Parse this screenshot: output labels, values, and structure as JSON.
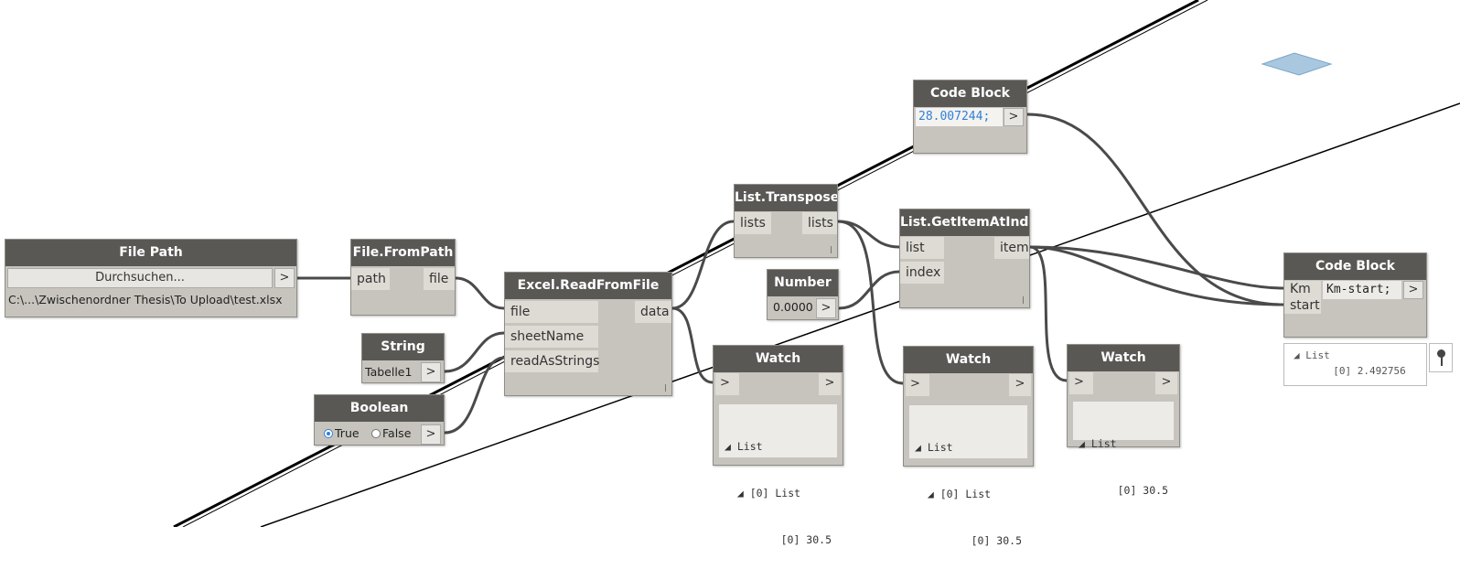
{
  "nodes": {
    "file_path": {
      "title": "File Path",
      "browse_label": "Durchsuchen...",
      "arrow": ">",
      "path_value": "C:\\...\\Zwischenordner Thesis\\To Upload\\test.xlsx"
    },
    "file_from_path": {
      "title": "File.FromPath",
      "in_path": "path",
      "out_file": "file"
    },
    "string": {
      "title": "String",
      "value": "Tabelle1",
      "arrow": ">"
    },
    "boolean": {
      "title": "Boolean",
      "true_label": "True",
      "false_label": "False",
      "selected": "True",
      "arrow": ">"
    },
    "excel": {
      "title": "Excel.ReadFromFile",
      "in_file": "file",
      "in_sheet": "sheetName",
      "in_strings": "readAsStrings",
      "out_data": "data"
    },
    "transpose": {
      "title": "List.Transpose",
      "in_lists": "lists",
      "out_lists": "lists"
    },
    "number": {
      "title": "Number",
      "value": "0.0000",
      "arrow": ">"
    },
    "getitem": {
      "title": "List.GetItemAtIndex",
      "in_list": "list",
      "in_index": "index",
      "out_item": "item"
    },
    "codeblock1": {
      "title": "Code Block",
      "code": "28.007244;",
      "arrow": ">"
    },
    "codeblock2": {
      "title": "Code Block",
      "in_km": "Km",
      "in_start": "start",
      "code": "Km-start;",
      "arrow": ">",
      "preview_line1": "◢ List",
      "preview_line2": "  [0] 2.492756"
    },
    "watch1": {
      "title": "Watch",
      "in_arrow": ">",
      "out_arrow": ">",
      "line1": "◢ List",
      "line2": "  ◢ [0] List",
      "line3": "      [0] 30.5"
    },
    "watch2": {
      "title": "Watch",
      "in_arrow": ">",
      "out_arrow": ">",
      "line1": "◢ List",
      "line2": "  ◢ [0] List",
      "line3": "      [0] 30.5"
    },
    "watch3": {
      "title": "Watch",
      "in_arrow": ">",
      "out_arrow": ">",
      "line1": "◢ List",
      "line2": "    [0] 30.5"
    }
  },
  "colors": {
    "title_bar": "#5a5855",
    "node_body": "#c7c4be",
    "wire": "#4a4a4a",
    "code_number": "#2f7fd8"
  }
}
